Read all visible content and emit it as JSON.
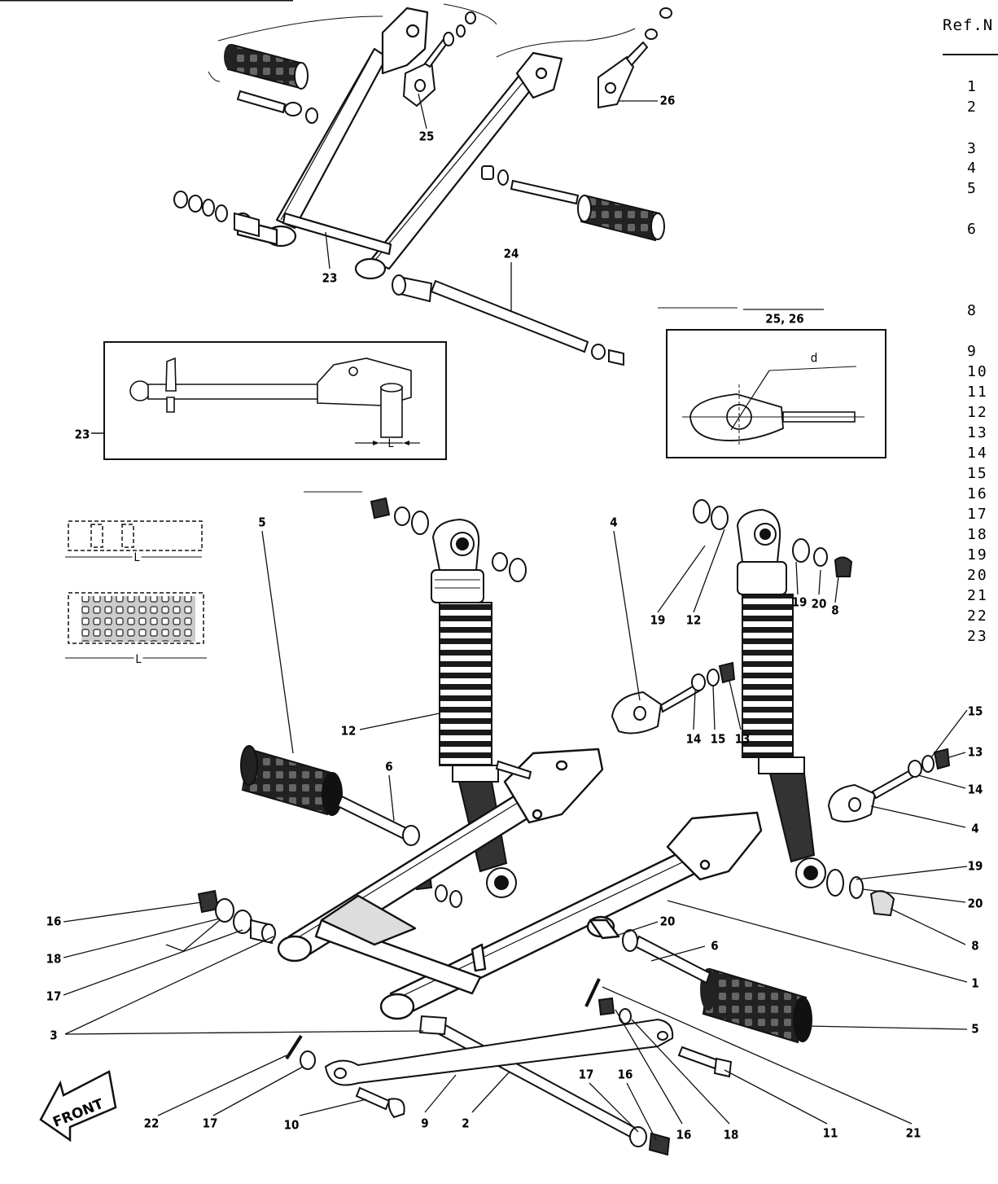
{
  "ref_header": {
    "title": "Ref.N",
    "numbers": [
      "1",
      "2",
      "3",
      "4",
      "5",
      "6",
      "8",
      "9",
      "10",
      "11",
      "12",
      "13",
      "14",
      "15",
      "16",
      "17",
      "18",
      "19",
      "20",
      "21",
      "22",
      "23"
    ]
  },
  "callouts": {
    "c23_top": "23",
    "c24": "24",
    "c25_top": "25",
    "c26_top": "26",
    "c25_26_box": "25, 26",
    "c23_box": "23",
    "c5_upper": "5",
    "c4_upper": "4",
    "c6_upper": "6",
    "c19_upper": "19",
    "c12_upper": "12",
    "c19_right": "19",
    "c20_right": "20",
    "c8_right": "8",
    "c12_mid": "12",
    "c14_mid": "14",
    "c15_mid": "15",
    "c13_mid": "13",
    "c15_r": "15",
    "c13_r": "13",
    "c14_r": "14",
    "c4_r": "4",
    "c19_r": "19",
    "c20_r": "20",
    "c8_r": "8",
    "c1_r": "1",
    "c20_mid": "20",
    "c6_mid": "6",
    "c5_r": "5",
    "c16_l": "16",
    "c18_l": "18",
    "c17_l": "17",
    "c3_l": "3",
    "c22_b": "22",
    "c17_b": "17",
    "c10_b": "10",
    "c9_b": "9",
    "c2_b": "2",
    "c17_b2": "17",
    "c16_b2": "16",
    "c16_b3": "16",
    "c18_b": "18",
    "c11_b": "11",
    "c21_b": "21"
  },
  "dimensions": {
    "d_label": "d",
    "L_box": "L",
    "L_grip_top": "L",
    "L_grip_bottom": "L"
  },
  "badge": {
    "front": "FRONT"
  }
}
